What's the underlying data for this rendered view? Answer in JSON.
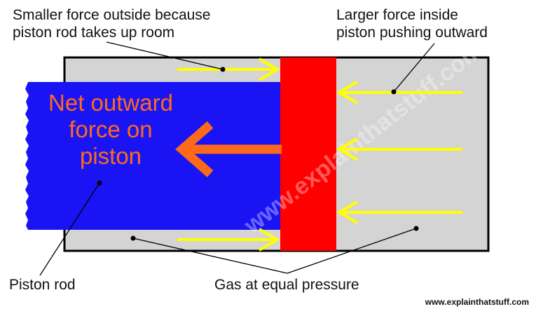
{
  "labels": {
    "smaller_force_line1": "Smaller force outside because",
    "smaller_force_line2": "piston rod takes up room",
    "larger_force_line1": "Larger force inside",
    "larger_force_line2": "piston pushing outward",
    "net_force_line1": "Net outward",
    "net_force_line2": "force on",
    "net_force_line3": "piston",
    "piston_rod": "Piston rod",
    "gas": "Gas at equal pressure"
  },
  "credit": "www.explainthatstuff.com",
  "watermark": "www.explainthatstuff.com",
  "colors": {
    "cylinder_fill": "#d4d4d4",
    "cylinder_border": "#000000",
    "piston": "#ff0000",
    "piston_rod": "#1a14f5",
    "force_arrows": "#ffff00",
    "net_force": "#ff6a1a",
    "leader_lines": "#000000"
  }
}
